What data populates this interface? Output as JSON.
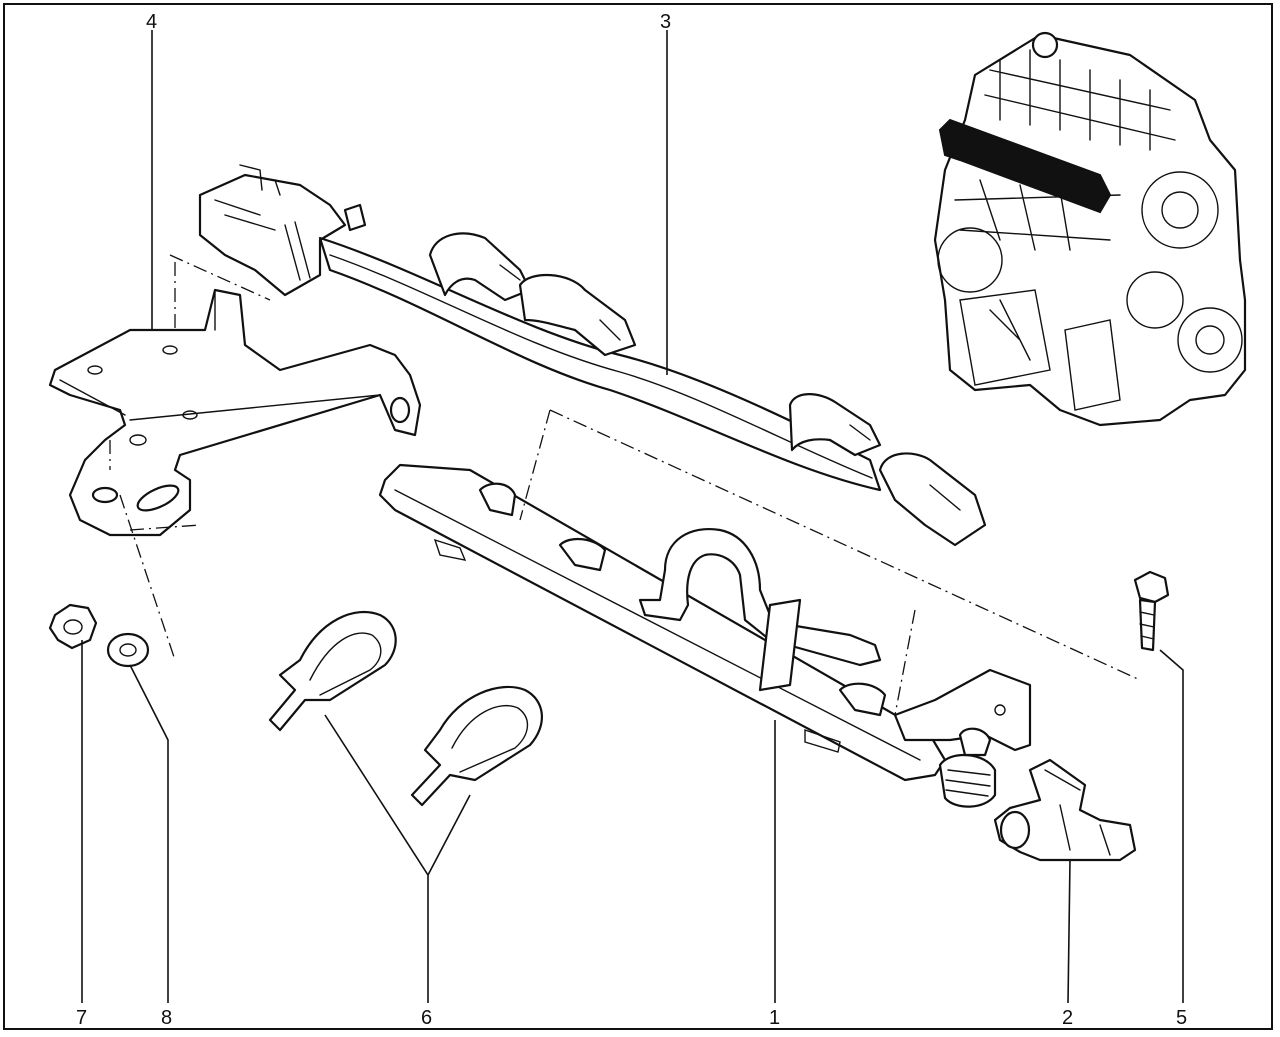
{
  "callouts": [
    {
      "id": "4",
      "label": "4"
    },
    {
      "id": "3",
      "label": "3"
    },
    {
      "id": "7",
      "label": "7"
    },
    {
      "id": "8",
      "label": "8"
    },
    {
      "id": "6",
      "label": "6"
    },
    {
      "id": "1",
      "label": "1"
    },
    {
      "id": "2",
      "label": "2"
    },
    {
      "id": "5",
      "label": "5"
    }
  ]
}
